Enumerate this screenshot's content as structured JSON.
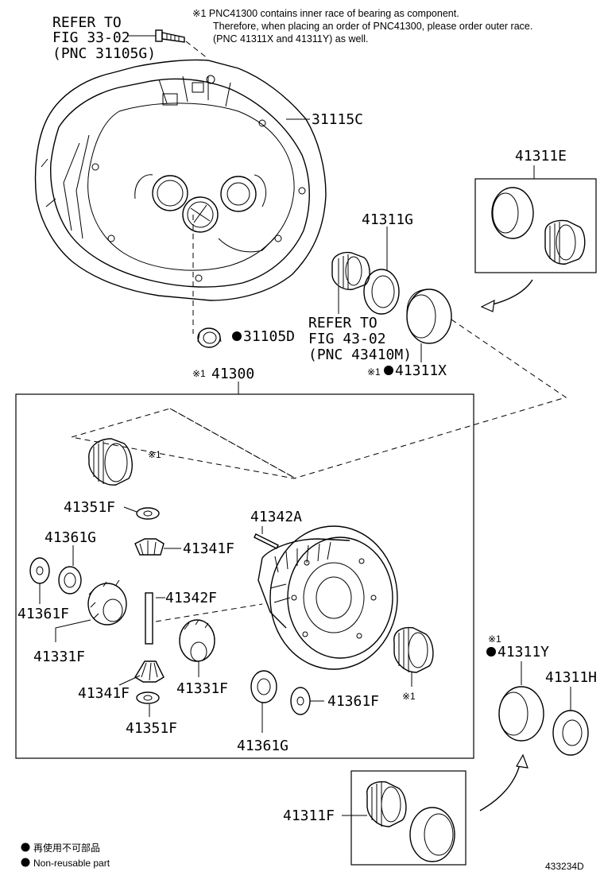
{
  "notes": {
    "line1": "※1 PNC41300 contains inner race of bearing as component.",
    "line2": "Therefore, when placing an order of PNC41300, please order outer race.",
    "line3": "(PNC 41311X and 41311Y) as well."
  },
  "refer_fig33": {
    "line1": "REFER TO",
    "line2": "FIG 33-02",
    "line3": "(PNC 31105G)"
  },
  "refer_fig43": {
    "line1": "REFER TO",
    "line2": "FIG 43-02",
    "line3": "(PNC 43410M)"
  },
  "labels": {
    "p31115C": "31115C",
    "p31105D": "31105D",
    "p41311E": "41311E",
    "p41311G": "41311G",
    "p41311X": "41311X",
    "p41300": "41300",
    "p41351F_top": "41351F",
    "p41342A": "41342A",
    "p41361G_left": "41361G",
    "p41341F_top": "41341F",
    "p41342F": "41342F",
    "p41361F_left": "41361F",
    "p41331F_left": "41331F",
    "p41341F_bottom": "41341F",
    "p41331F_center": "41331F",
    "p41361F_right": "41361F",
    "p41351F_bottom": "41351F",
    "p41361G_bottom": "41361G",
    "p41311Y": "41311Y",
    "p41311H": "41311H",
    "p41311F": "41311F",
    "note_mark_top": "※1",
    "note_mark_bottom": "※1",
    "note_mark_41300": "※1",
    "note_mark_41311X": "※1",
    "note_mark_41311Y": "※1"
  },
  "legend": {
    "jp": "再使用不可部品",
    "en": "Non-reusable part"
  },
  "figure_id": "433234D"
}
